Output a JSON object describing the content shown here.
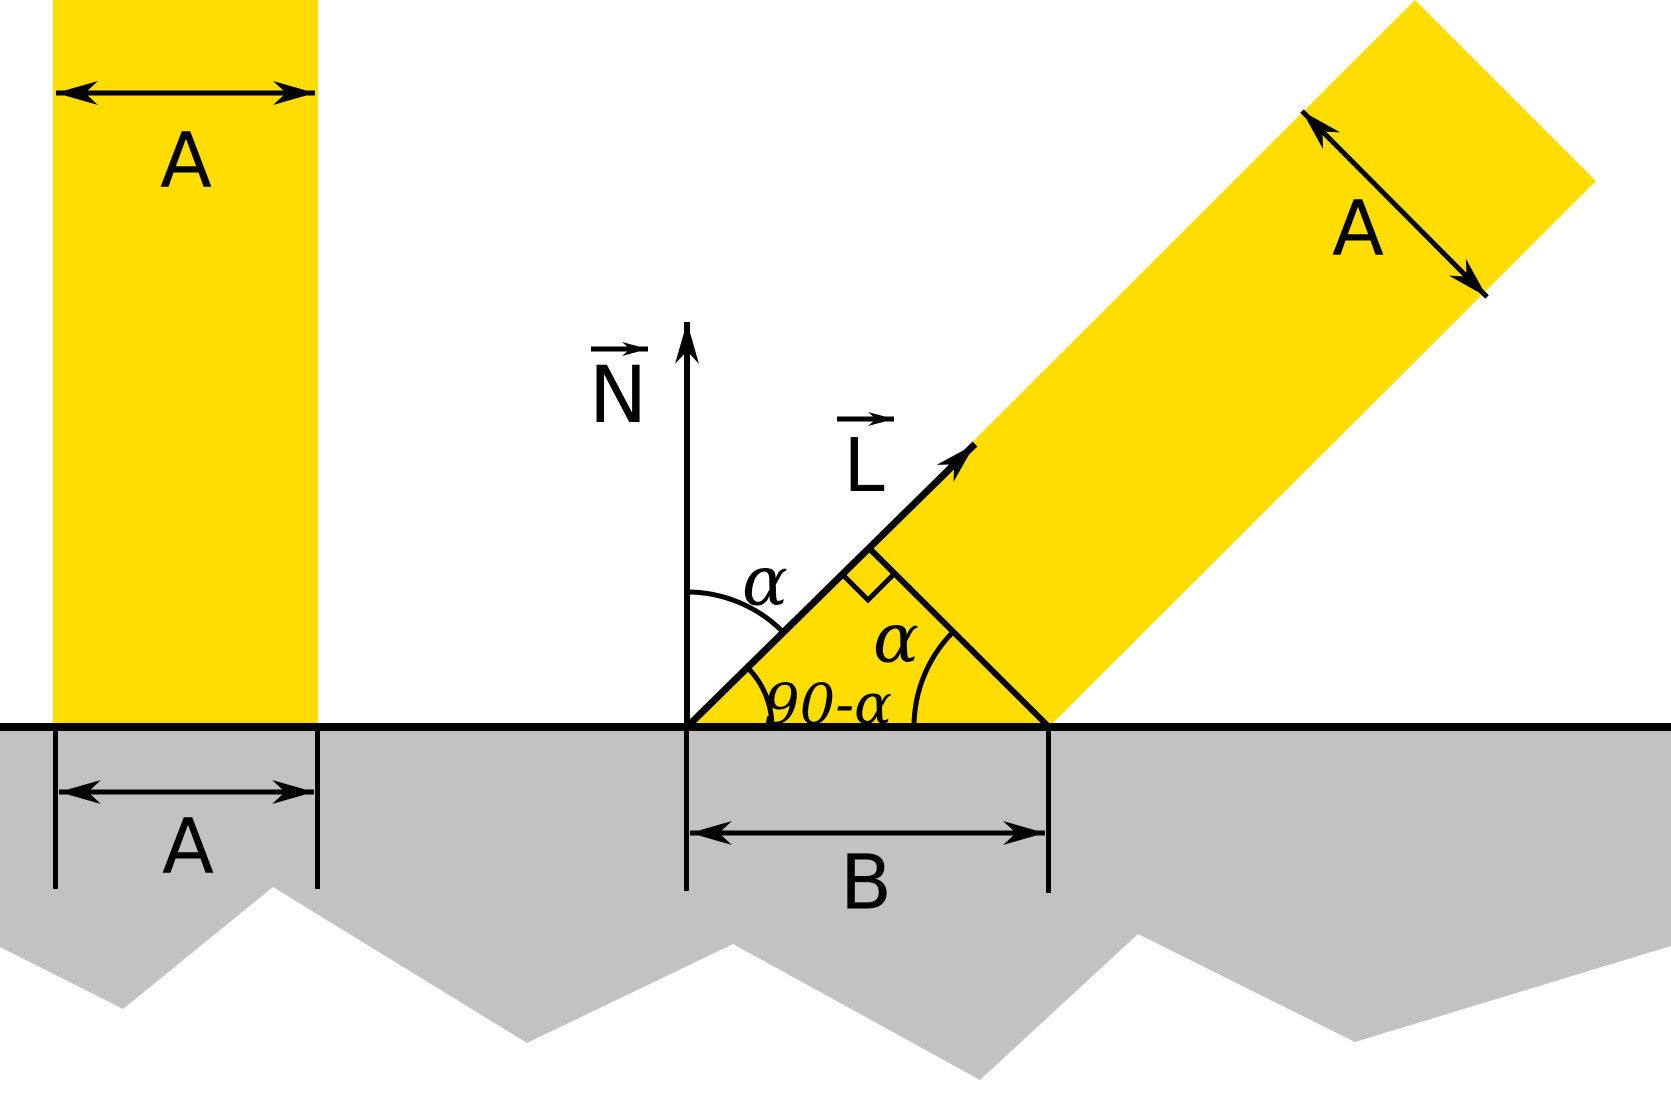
{
  "diagram": {
    "type": "physics-beam-projection-diagram",
    "description_visible_text_only": true
  },
  "colors": {
    "beam": "#FFDD00",
    "ground": "#C2C2C2",
    "line": "#000000",
    "background": "#FFFFFF"
  },
  "labels": {
    "beam_width": "A",
    "footprint_width": "B",
    "normal_vector": "N",
    "light_direction": "L",
    "incidence_angle": "α",
    "complement_angle": "90-α"
  }
}
